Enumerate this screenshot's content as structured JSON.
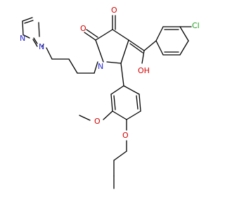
{
  "colors": {
    "carbon_bond": "#000000",
    "nitrogen": "#2a2ad2",
    "oxygen": "#d40000",
    "chlorine": "#1ea01e",
    "background": "#ffffff"
  },
  "atoms": {
    "imidazole_n1": "N",
    "imidazole_n3": "N",
    "pyrrolidine_n": "N",
    "ketone_o1": "O",
    "ketone_o2": "O",
    "hydroxyl": "OH",
    "methoxy_o": "O",
    "propoxy_o": "O",
    "chlorine": "Cl"
  }
}
